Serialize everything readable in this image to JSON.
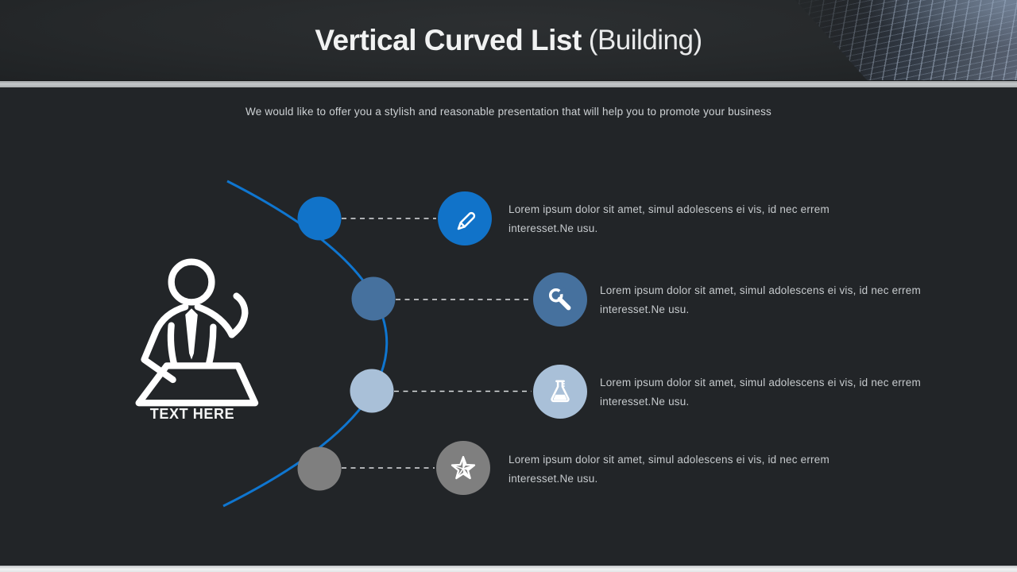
{
  "slide": {
    "title": {
      "main": "Vertical Curved List",
      "suffix": "(Building)"
    },
    "subtitle": "We would like to offer you a stylish and reasonable presentation that will help you to promote your business",
    "left_figure": {
      "icon": "presenter-at-desk-icon",
      "label": "TEXT HERE"
    },
    "items": [
      {
        "icon": "pencil-icon",
        "color": "#1173c9",
        "text": "Lorem ipsum dolor sit amet, simul adolescens ei vis, id nec errem interesset.Ne usu."
      },
      {
        "icon": "wrench-icon",
        "color": "#46719e",
        "text": "Lorem ipsum dolor sit amet, simul adolescens ei vis, id nec errem interesset.Ne usu."
      },
      {
        "icon": "flask-icon",
        "color": "#a9c0d8",
        "text": "Lorem ipsum dolor sit amet, simul adolescens ei vis, id nec errem interesset.Ne usu."
      },
      {
        "icon": "star-icon",
        "color": "#7f7f7f",
        "text": "Lorem ipsum dolor sit amet, simul adolescens ei vis, id nec errem interesset.Ne usu."
      }
    ],
    "colors": {
      "background": "#222528",
      "curve": "#0f76d0",
      "dash": "#dcdfe1",
      "accent_blue": "#1173c9",
      "steel_blue": "#46719e",
      "light_blue": "#a9c0d8",
      "gray": "#7f7f7f",
      "separator": "#c5c8ca"
    }
  }
}
